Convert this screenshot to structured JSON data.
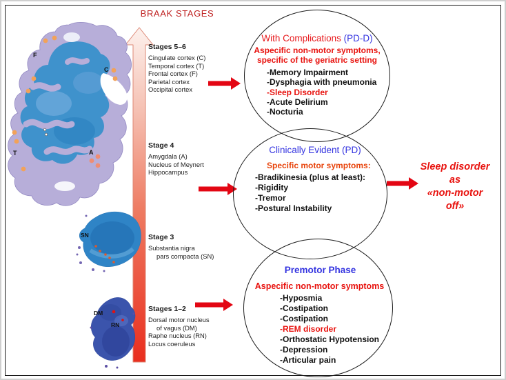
{
  "title": "BRAAK STAGES",
  "colors": {
    "title": "#bf2121",
    "red_text": "#e8120e",
    "blue_heading": "#3333e0",
    "orange_red": "#e8440c",
    "arrow_red": "#e30613",
    "stain_blue": "#3f92cc",
    "cortex_lavender": "#b7aed9",
    "dot_orange": "#f2a259"
  },
  "brain": {
    "labels": {
      "F": "F",
      "C": "C",
      "T": "T",
      "A": "A"
    },
    "midbrain_label": "SN",
    "dm_label": "DM",
    "rn_label": "RN"
  },
  "stages": [
    {
      "name": "Stages 5–6",
      "lines": [
        {
          "text": "Cingulate cortex (C)"
        },
        {
          "text": "Temporal cortex (T)"
        },
        {
          "text": "Frontal cortex (F)"
        },
        {
          "text": "Parietal cortex"
        },
        {
          "text": "Occipital cortex"
        }
      ]
    },
    {
      "name": "Stage 4",
      "lines": [
        {
          "text": "Amygdala (A)"
        },
        {
          "text": "Nucleus of Meynert"
        },
        {
          "text": "Hippocampus"
        }
      ]
    },
    {
      "name": "Stage 3",
      "lines": [
        {
          "text": "Substantia nigra"
        },
        {
          "text": "pars compacta (SN)",
          "indent": true
        }
      ]
    },
    {
      "name": "Stages 1–2",
      "lines": [
        {
          "text": "Dorsal motor nucleus"
        },
        {
          "text": "of vagus (DM)",
          "indent": true
        },
        {
          "text": "Raphe nucleus (RN)"
        },
        {
          "text": "Locus coeruleus"
        }
      ]
    }
  ],
  "circles": [
    {
      "heading": "With Complications",
      "heading_suffix": " (PD-D)",
      "subtitle_lines": [
        {
          "text": "Aspecific non-motor symptoms,"
        },
        {
          "text": "specific of the geriatric setting"
        }
      ],
      "items": [
        {
          "text": "-Memory Impairment"
        },
        {
          "text": "-Dysphagia with pneumonia"
        },
        {
          "text": "-Sleep Disorder",
          "em": true
        },
        {
          "text": "-Acute Delirium"
        },
        {
          "text": "-Nocturia"
        }
      ]
    },
    {
      "heading": "Clinically Evident",
      "heading_suffix": " (PD)",
      "subtitle_lines": [
        {
          "text": "Specific motor symptoms:"
        }
      ],
      "items": [
        {
          "text": "-Bradikinesia (plus at least):"
        },
        {
          "text": "-Rigidity"
        },
        {
          "text": "-Tremor"
        },
        {
          "text": "-Postural Instability"
        }
      ]
    },
    {
      "heading": "Premotor Phase",
      "heading_suffix": "",
      "subtitle_lines": [
        {
          "text": "Aspecific non-motor symptoms"
        }
      ],
      "items": [
        {
          "text": "-Hyposmia"
        },
        {
          "text": "-Costipation"
        },
        {
          "text": "-Costipation"
        },
        {
          "text": "-REM disorder",
          "em": true
        },
        {
          "text": "-Orthostatic Hypotension"
        },
        {
          "text": "-Depression"
        },
        {
          "text": "-Articular pain"
        }
      ]
    }
  ],
  "callout": {
    "lines": [
      {
        "text": "Sleep disorder"
      },
      {
        "text": "as"
      },
      {
        "text": "«non-motor"
      },
      {
        "text": "off»"
      }
    ]
  }
}
